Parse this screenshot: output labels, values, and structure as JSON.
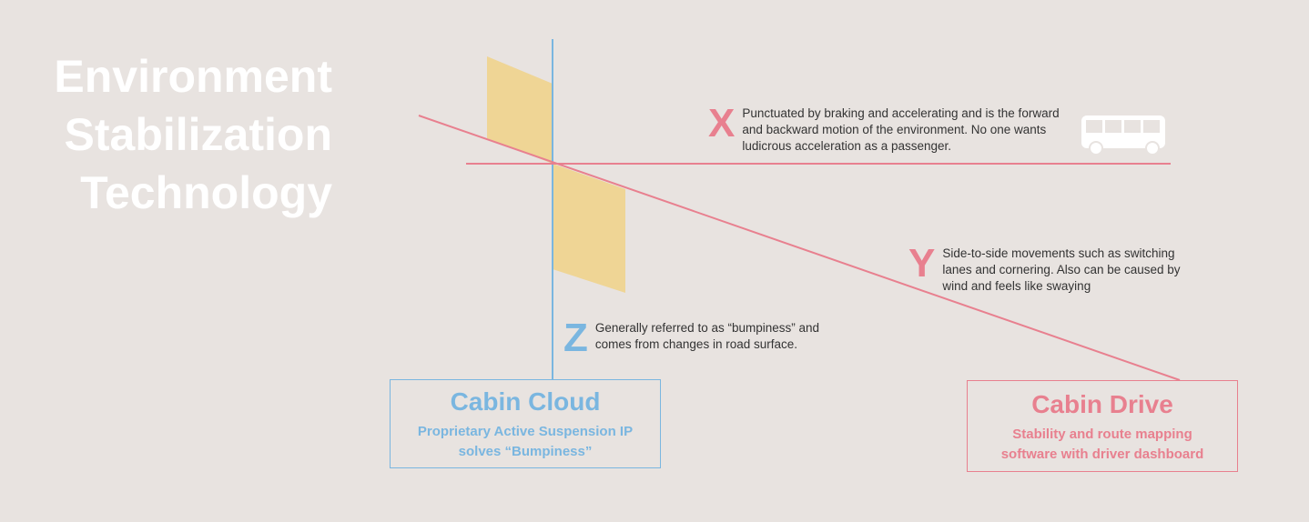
{
  "title": {
    "lines": [
      "Environment",
      "Stabilization",
      "Technology"
    ]
  },
  "colors": {
    "background": "#e8e3e0",
    "pink": "#e8808f",
    "blue": "#7ab6e0",
    "yellow": "#efd595",
    "white": "#ffffff"
  },
  "axes": {
    "x": {
      "letter": "X",
      "description": "Punctuated by braking and accelerating and is the forward and backward motion of the environment. No one wants ludicrous acceleration as a passenger."
    },
    "y": {
      "letter": "Y",
      "description": "Side-to-side movements such as switching lanes and cornering. Also can be caused by wind and feels like swaying"
    },
    "z": {
      "letter": "Z",
      "description": "Generally referred to as “bumpiness” and comes from changes in road surface."
    }
  },
  "products": [
    {
      "name": "Cabin Cloud",
      "description": "Proprietary Active Suspension IP solves “Bumpiness”"
    },
    {
      "name": "Cabin Drive",
      "description": "Stability and route mapping software with driver dashboard"
    }
  ],
  "icons": {
    "vehicle": "bus-icon"
  }
}
